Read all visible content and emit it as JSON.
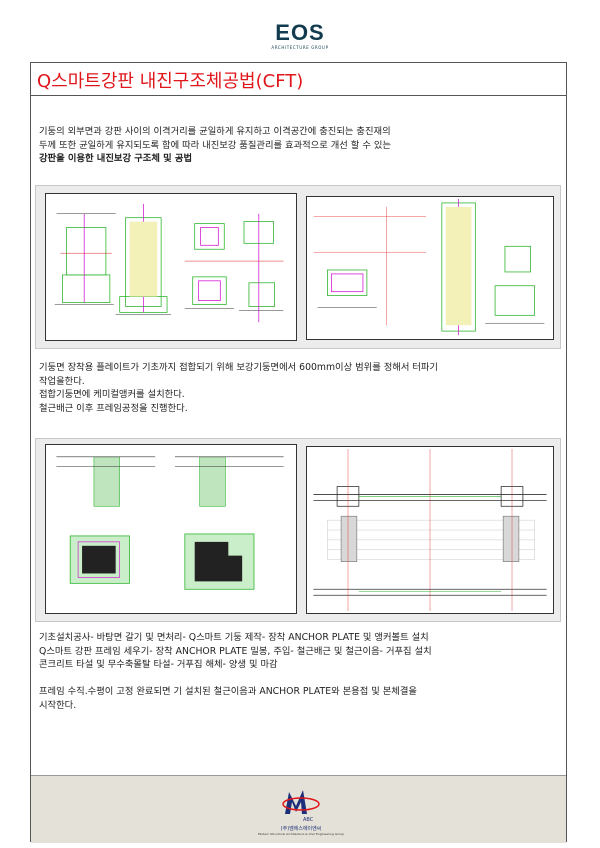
{
  "logo": {
    "word": "EOS",
    "sub": "ARCHITECTURE GROUP"
  },
  "title": "Q스마트강판 내진구조체공법(CFT)",
  "intro": {
    "line1": "기둥의 외부면과 강판 사이의 이격거리를 균일하게 유지하고 이격공간에 충진되는 충진재의",
    "line2": "두께 또한 균일하게 유지되도록 함에 따라 내진보강 품질관리를 효과적으로 개선 할 수 있는",
    "line3": "강판을 이용한 내진보강 구조체 및 공법"
  },
  "section2": {
    "line1": "기둥면 장착용 플레이트가 기초까지 접합되기 위해 보강기둥면에서 600mm이상 범위를 정해서 터파기",
    "line2": "작업을한다.",
    "line3": "접합기둥면에 케미컬앵커를 설치한다.",
    "line4": "철근배근 이후 프레임공정을 진행한다."
  },
  "section3": {
    "line1": "기초설치공사- 바탕면 갈기 및 면처리- Q스마트 기둥 제작- 장착 ANCHOR PLATE 및 앵커볼트 설치",
    "line2": "Q스마트 강판 프레임 세우기- 장착 ANCHOR PLATE 밀봉, 주입- 철근배근 및 철근이음- 거푸집 설치",
    "line3": "콘크리트 타설 및 무수축몰탈 타설- 거푸집 해체- 양생 및 마감"
  },
  "section4": {
    "line1": "프레임 수직.수평이 고정 완료되면 기 설치된 철근이음과 ANCHOR PLATE와 본용접 및 본체결을",
    "line2": "시작한다."
  },
  "footer": {
    "company": "(주)엠에스에이엔씨",
    "abc": "ABC",
    "tagline": "Modern Structural Architecture & Civil Engineering Group"
  },
  "colors": {
    "title_red": "#e0161b",
    "logo_teal": "#123c4e",
    "footer_bg": "#e4e2d8",
    "drawing_green": "#2fb52f",
    "drawing_magenta": "#d21ed2"
  }
}
